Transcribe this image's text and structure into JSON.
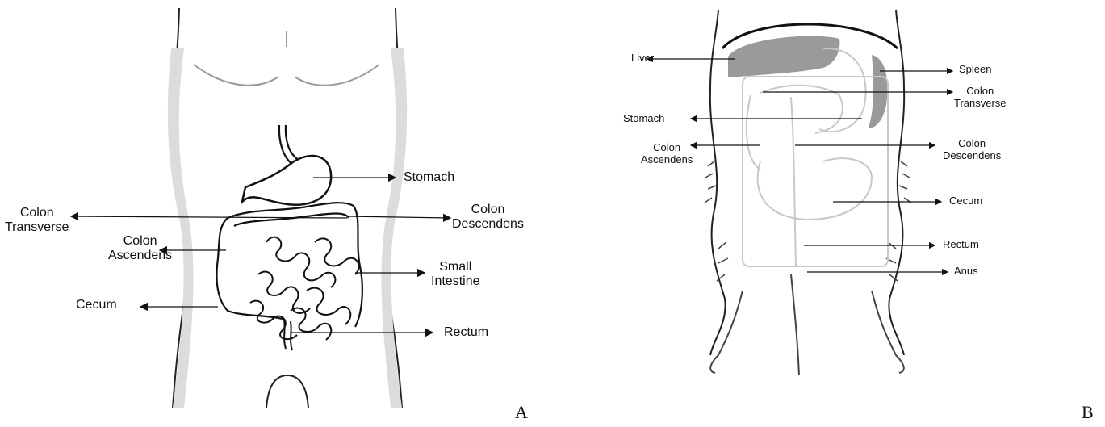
{
  "panel_a": {
    "letter": "A",
    "labels": {
      "stomach": "Stomach",
      "colon_transverse": "Colon\nTransverse",
      "colon_descendens": "Colon\nDescendens",
      "colon_ascendens": "Colon\nAscendens",
      "small_intestine": "Small\nIntestine",
      "cecum": "Cecum",
      "rectum": "Rectum"
    }
  },
  "panel_b": {
    "letter": "B",
    "labels": {
      "liver": "Liver",
      "spleen": "Spleen",
      "colon_transverse": "Colon\nTransverse",
      "stomach": "Stomach",
      "colon_ascendens": "Colon\nAscendens",
      "colon_descendens": "Colon\nDescendens",
      "cecum": "Cecum",
      "rectum": "Rectum",
      "anus": "Anus"
    }
  },
  "colors": {
    "outline": "#222222",
    "skin_shadow": "#cfcfcf",
    "organ_fill_b": "#9a9a9a",
    "organ_line_b": "#c8c8c8"
  }
}
